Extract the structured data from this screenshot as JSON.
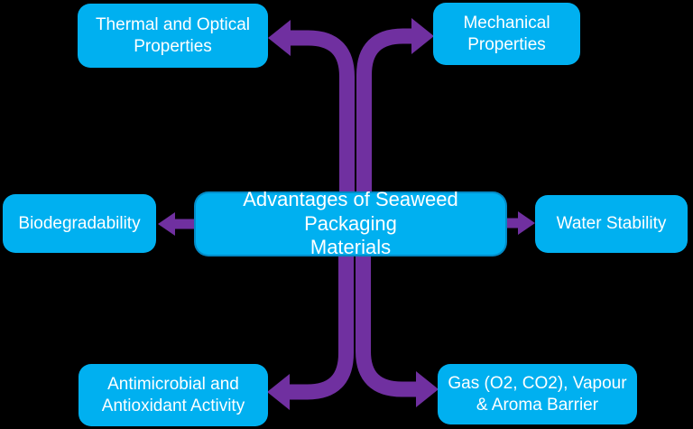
{
  "diagram": {
    "title": "Advantages of Seaweed Packaging Materials",
    "center": {
      "id": "advantages-of-seaweed-packaging-materials",
      "label": "Advantages of Seaweed Packaging\nMaterials"
    },
    "nodes": [
      {
        "id": "thermal-optical-properties",
        "position": "top-left",
        "label": "Thermal and Optical\nProperties"
      },
      {
        "id": "mechanical-properties",
        "position": "top-right",
        "label": "Mechanical\nProperties"
      },
      {
        "id": "biodegradability",
        "position": "middle-left",
        "label": "Biodegradability"
      },
      {
        "id": "water-stability",
        "position": "middle-right",
        "label": "Water Stability"
      },
      {
        "id": "antimicrobial-antioxidant-activity",
        "position": "bottom-left",
        "label": "Antimicrobial and\nAntioxidant Activity"
      },
      {
        "id": "gas-vapour-aroma-barrier",
        "position": "bottom-right",
        "label": "Gas (O2, CO2), Vapour\n& Aroma Barrier"
      }
    ],
    "colors": {
      "background": "#000000",
      "node_fill": "#00B0F0",
      "node_text": "#FFFFFF",
      "arrow": "#7030A0"
    }
  }
}
